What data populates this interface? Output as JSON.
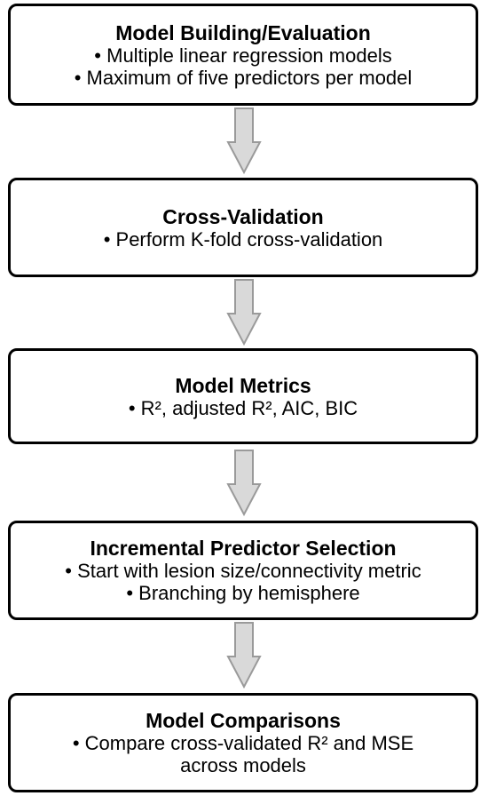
{
  "steps": [
    {
      "title": "Model Building/Evaluation",
      "lines": [
        "• Multiple linear regression models",
        "• Maximum of five predictors per model"
      ]
    },
    {
      "title": "Cross-Validation",
      "lines": [
        "• Perform K-fold cross-validation"
      ]
    },
    {
      "title": "Model Metrics",
      "lines": [
        "• R², adjusted R², AIC, BIC"
      ]
    },
    {
      "title": "Incremental Predictor Selection",
      "lines": [
        "• Start with lesion size/connectivity metric",
        "• Branching by hemisphere"
      ]
    },
    {
      "title": "Model Comparisons",
      "lines": [
        "• Compare cross-validated R² and MSE",
        "across models"
      ]
    }
  ],
  "colors": {
    "border": "#000000",
    "arrow_fill": "#d9d9d9",
    "arrow_stroke": "#9a9a9a"
  }
}
